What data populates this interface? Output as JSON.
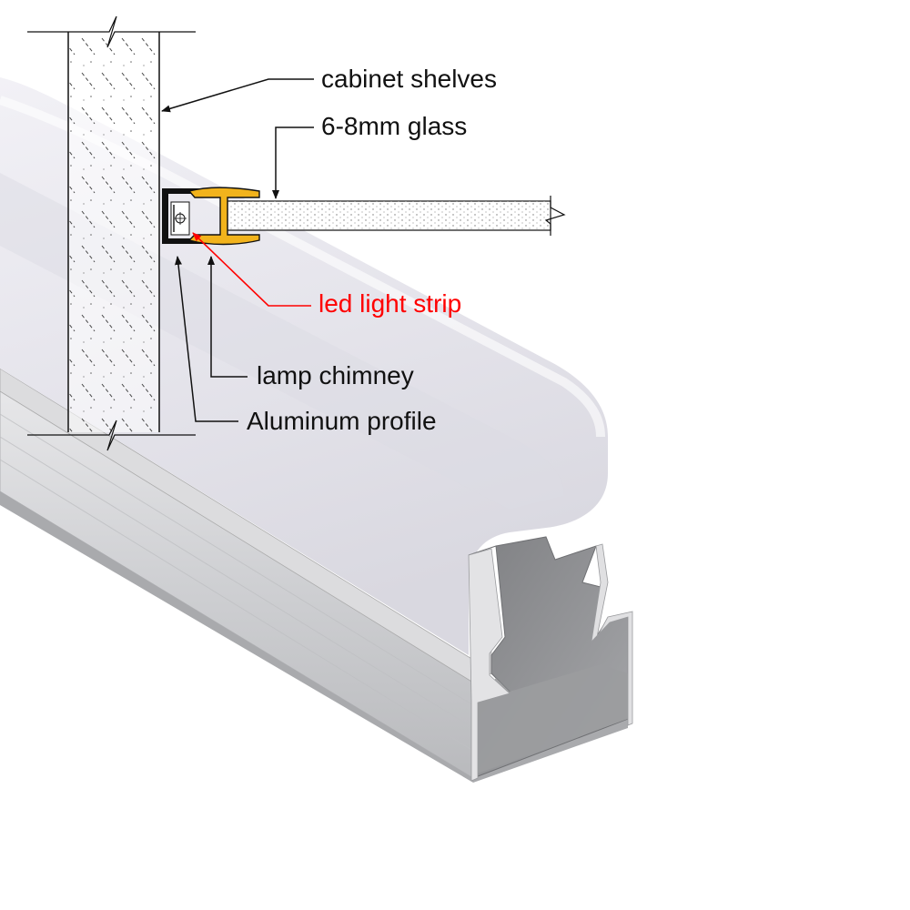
{
  "labels": {
    "cabinet_shelves": "cabinet shelves",
    "glass": "6-8mm glass",
    "led_strip": "led light strip",
    "lamp_chimney": "lamp chimney",
    "aluminum_profile": "Aluminum profile"
  },
  "colors": {
    "text": "#111111",
    "highlight": "#ff0000",
    "diffuser": "#e9e8ef",
    "aluminum_light": "#d4d4d6",
    "aluminum_dark": "#8a8b8e",
    "chimney_gold": "#f0b21a",
    "line": "#111111"
  }
}
